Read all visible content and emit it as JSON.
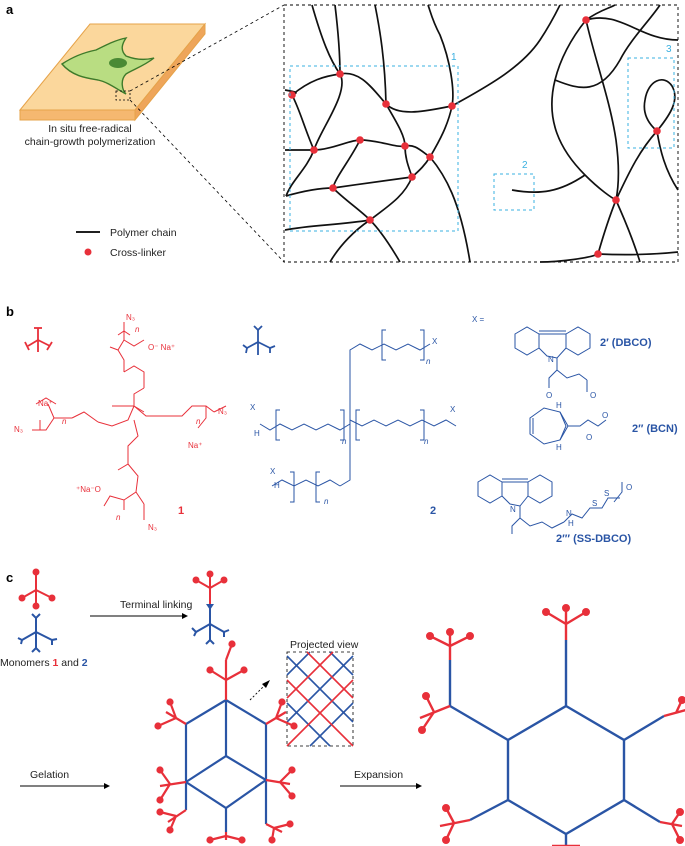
{
  "panels": {
    "a": "a",
    "b": "b",
    "c": "c"
  },
  "panel_a": {
    "caption_line1": "In situ free-radical",
    "caption_line2": "chain-growth polymerization",
    "legend_polymer": "Polymer chain",
    "legend_crosslinker": "Cross-linker",
    "box_labels": [
      "1",
      "2",
      "3"
    ]
  },
  "panel_b": {
    "compound1_label": "1",
    "compound2_label": "2",
    "x_equals": "X =",
    "dbco_label": "2′ (DBCO)",
    "bcn_label": "2′′ (BCN)",
    "ssdbco_label": "2′′′ (SS-DBCO)",
    "n": "n",
    "na_plus": "Na⁺",
    "na_o_minus": "⁺Na⁻O",
    "o_minus_na": "O⁻ Na⁺",
    "n3": "N₃",
    "x": "X",
    "h": "H"
  },
  "panel_c": {
    "terminal_linking": "Terminal linking",
    "monomers_prefix": "Monomers ",
    "monomer1": "1",
    "and": " and ",
    "monomer2": "2",
    "projected_view": "Projected view",
    "gelation": "Gelation",
    "expansion": "Expansion"
  },
  "colors": {
    "red": "#e8303a",
    "blue": "#2a55a5",
    "cyan_box": "#3ab0e0",
    "slab_top": "#fbd79c",
    "cell_green": "#8cc63f"
  }
}
